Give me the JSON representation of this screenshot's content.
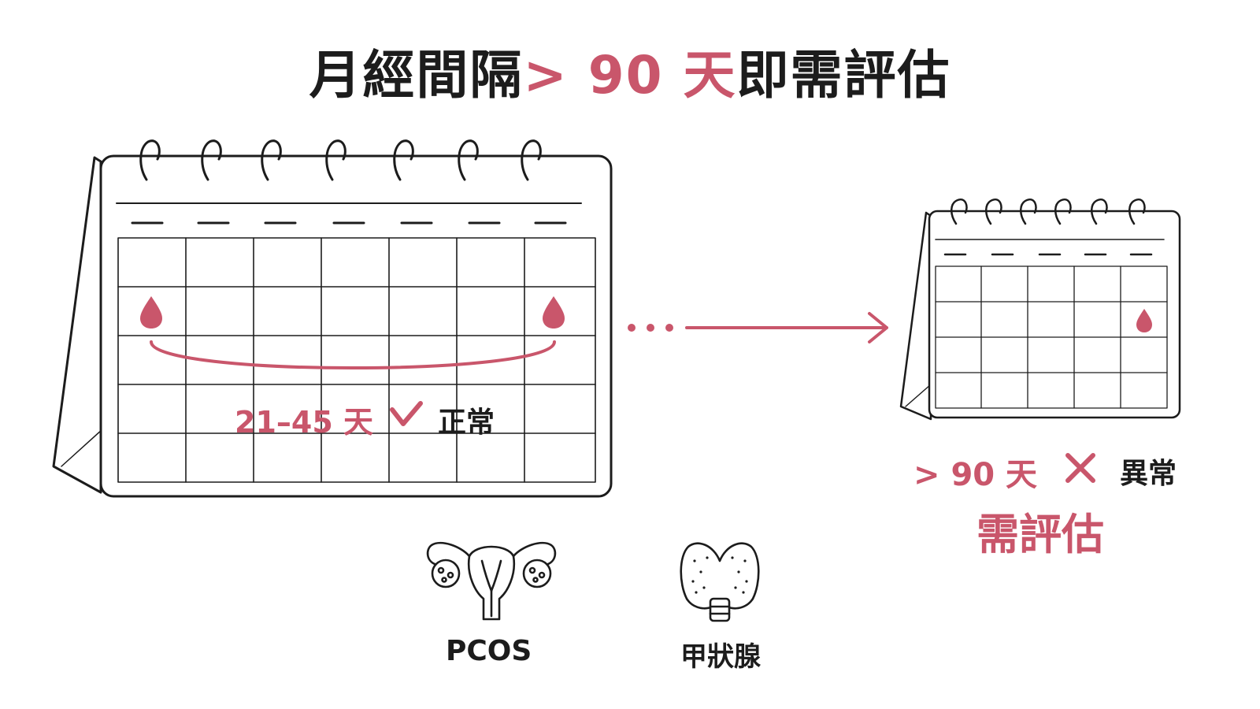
{
  "title": {
    "prefix": "月經間隔",
    "highlight": "> 90 天",
    "suffix": "即需評估"
  },
  "left_calendar": {
    "range_label": "21–45 天",
    "status_label": "正常"
  },
  "right_calendar": {
    "range_label": "> 90 天",
    "status_label": "異常",
    "action_label": "需評估"
  },
  "causes": [
    {
      "label": "PCOS",
      "icon": "uterus-ovaries-icon"
    },
    {
      "label": "甲狀腺",
      "icon": "thyroid-icon"
    }
  ],
  "colors": {
    "accent": "#c9566b",
    "ink": "#1c1c1c"
  }
}
